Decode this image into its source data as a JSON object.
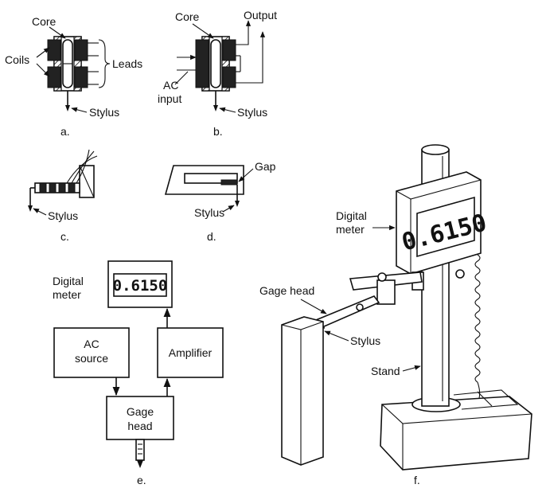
{
  "panel_a": {
    "core": "Core",
    "coils": "Coils",
    "leads": "Leads",
    "stylus": "Stylus",
    "caption": "a."
  },
  "panel_b": {
    "core": "Core",
    "output": "Output",
    "ac_input_line1": "AC",
    "ac_input_line2": "input",
    "stylus": "Stylus",
    "caption": "b."
  },
  "panel_c": {
    "stylus": "Stylus",
    "caption": "c."
  },
  "panel_d": {
    "gap": "Gap",
    "stylus": "Stylus",
    "caption": "d."
  },
  "panel_e": {
    "digital_meter_line1": "Digital",
    "digital_meter_line2": "meter",
    "display_reading": "0.6150",
    "ac_source_line1": "AC",
    "ac_source_line2": "source",
    "amplifier": "Amplifier",
    "gage_head_line1": "Gage",
    "gage_head_line2": "head",
    "caption": "e."
  },
  "panel_f": {
    "digital_meter_line1": "Digital",
    "digital_meter_line2": "meter",
    "display_reading": "0.6150",
    "gage_head": "Gage head",
    "stylus": "Stylus",
    "stand": "Stand",
    "caption": "f."
  }
}
